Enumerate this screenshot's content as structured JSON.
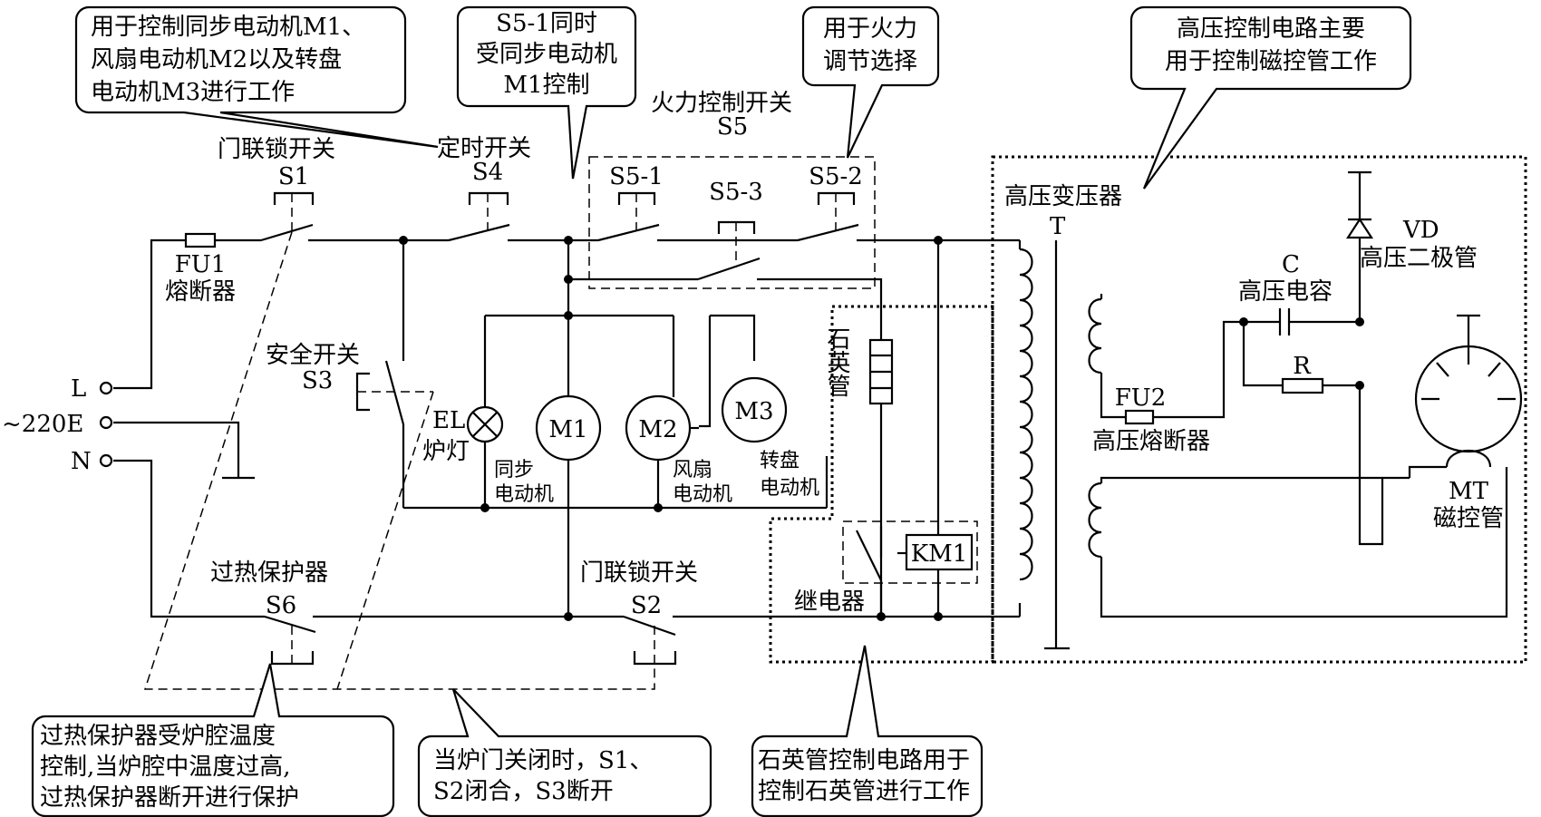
{
  "callouts": {
    "c1": [
      "用于控制同步电动机M1、",
      "风扇电动机M2以及转盘",
      "电动机M3进行工作"
    ],
    "c2": [
      "S5-1同时",
      "受同步电动机",
      "M1控制"
    ],
    "c3": [
      "用于火力",
      "调节选择"
    ],
    "c4": [
      "高压控制电路主要",
      "用于控制磁控管工作"
    ],
    "c5": [
      "过热保护器受炉腔温度",
      "控制,当炉腔中温度过高,",
      "过热保护器断开进行保护"
    ],
    "c6": [
      "当炉门关闭时，S1、",
      "S2闭合，S3断开"
    ],
    "c7": [
      "石英管控制电路用于",
      "控制石英管进行工作"
    ]
  },
  "labels": {
    "s1_name": "门联锁开关",
    "s1": "S1",
    "timer_name": "定时开关",
    "s4": "S4",
    "fire_name": "火力控制开关",
    "s5": "S5",
    "s5_1": "S5-1",
    "s5_3": "S5-3",
    "s5_2": "S5-2",
    "fu1": "FU1",
    "fu1_name": "熔断器",
    "l": "L",
    "e": "~220E",
    "n": "N",
    "safety_name": "安全开关",
    "s3": "S3",
    "el": "EL",
    "el_name": "炉灯",
    "m1": "M1",
    "m2": "M2",
    "m3": "M3",
    "m1_name_1": "同步",
    "m1_name_2": "电动机",
    "m2_name_1": "风扇",
    "m2_name_2": "电动机",
    "m3_name_1": "转盘",
    "m3_name_2": "电动机",
    "quartz_name": "石英管",
    "km1": "KM1",
    "relay_name": "继电器",
    "s6_name": "过热保护器",
    "s6": "S6",
    "s2_name": "门联锁开关",
    "s2": "S2",
    "transformer_name": "高压变压器",
    "t": "T",
    "fu2": "FU2",
    "fu2_name": "高压熔断器",
    "c": "C",
    "c_name": "高压电容",
    "r": "R",
    "vd": "VD",
    "vd_name": "高压二极管",
    "mt": "MT",
    "mt_name": "磁控管"
  }
}
